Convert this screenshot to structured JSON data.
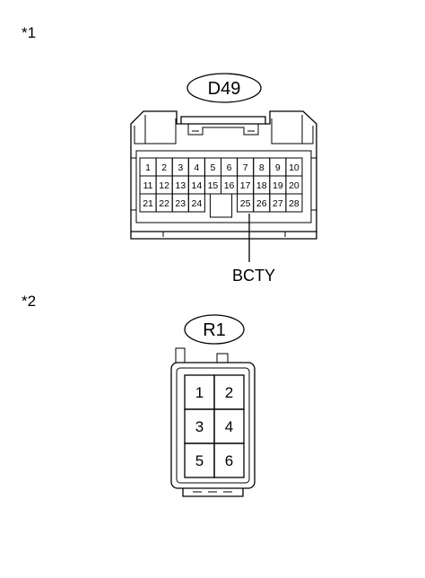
{
  "connector_d49": {
    "ref": "*1",
    "label": "D49",
    "rows": [
      [
        "1",
        "2",
        "3",
        "4",
        "5",
        "6",
        "7",
        "8",
        "9",
        "10"
      ],
      [
        "11",
        "12",
        "13",
        "14",
        "15",
        "16",
        "17",
        "18",
        "19",
        "20"
      ],
      [
        "21",
        "22",
        "23",
        "24",
        "",
        "",
        "25",
        "26",
        "27",
        "28"
      ]
    ],
    "signal_label": "BCTY",
    "signal_pin": "25"
  },
  "connector_r1": {
    "ref": "*2",
    "label": "R1",
    "rows": [
      [
        "1",
        "2"
      ],
      [
        "3",
        "4"
      ],
      [
        "5",
        "6"
      ]
    ]
  }
}
